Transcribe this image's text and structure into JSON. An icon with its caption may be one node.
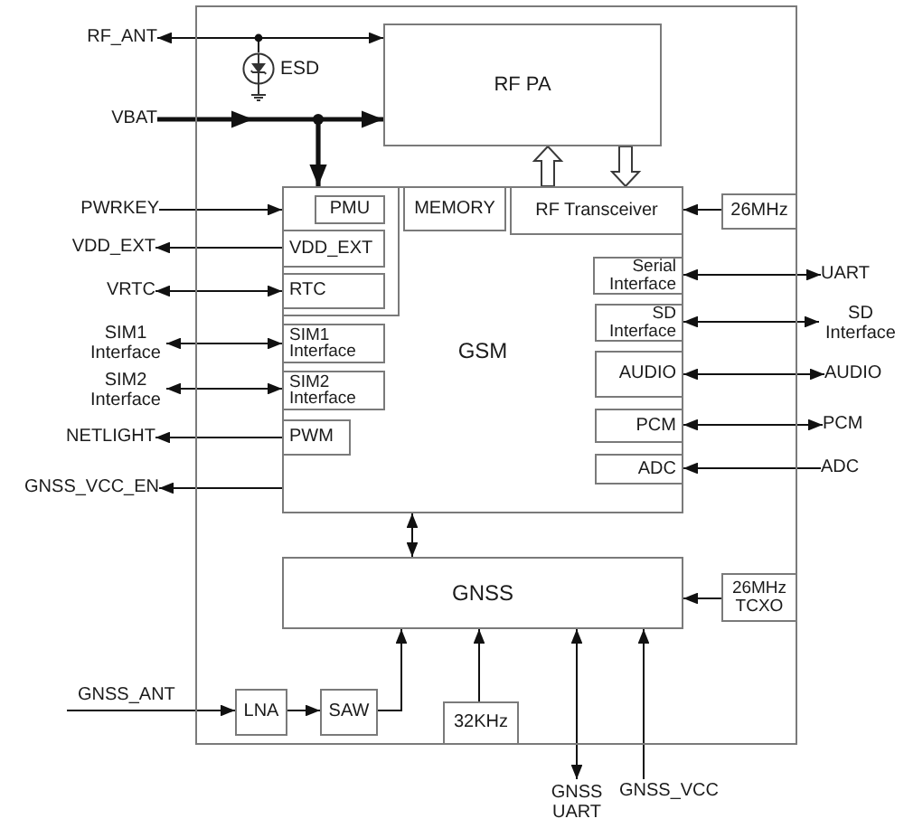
{
  "diagram": {
    "nodes": [
      {
        "text": [],
        "shape": "box"
      },
      {
        "text": [
          "RF_ANT"
        ]
      },
      {
        "text": [
          "RF PA"
        ],
        "in": 0
      },
      {
        "text": [],
        "shape": "circle",
        "beside": [
          "ESD"
        ],
        "in": 0
      },
      {
        "text": [
          "VBAT"
        ]
      },
      {
        "text": [
          "GSM"
        ],
        "in": 0
      },
      {
        "text": [],
        "shape": "box",
        "in": 5
      },
      {
        "text": [
          "PWRKEY"
        ]
      },
      {
        "text": [
          "PMU"
        ],
        "in": 6
      },
      {
        "text": [
          "MEMORY"
        ],
        "in": 5
      },
      {
        "text": [
          "RF Transceiver"
        ],
        "in": 5
      },
      {
        "text": [
          "26MHz"
        ],
        "in": 0
      },
      {
        "text": [
          "VDD_EXT"
        ]
      },
      {
        "text": [
          "VDD_EXT"
        ],
        "in": 6
      },
      {
        "text": [
          "VRTC"
        ]
      },
      {
        "text": [
          "RTC"
        ],
        "in": 6
      },
      {
        "text": [
          "Serial Interface"
        ],
        "in": 5
      },
      {
        "text": [
          "UART"
        ]
      },
      {
        "text": [
          "SD Interface"
        ],
        "in": 5
      },
      {
        "text": [
          "SD Interface"
        ]
      },
      {
        "text": [
          "SIM1 Interface"
        ]
      },
      {
        "text": [
          "SIM1 Interface"
        ],
        "in": 5
      },
      {
        "text": [
          "SIM2 Interface"
        ]
      },
      {
        "text": [
          "SIM2 Interface"
        ],
        "in": 5
      },
      {
        "text": [
          "AUDIO"
        ],
        "in": 5
      },
      {
        "text": [
          "AUDIO"
        ]
      },
      {
        "text": [
          "PCM"
        ],
        "in": 5
      },
      {
        "text": [
          "PCM"
        ]
      },
      {
        "text": [
          "NETLIGHT"
        ]
      },
      {
        "text": [
          "PWM"
        ],
        "in": 5
      },
      {
        "text": [
          "ADC"
        ],
        "in": 5
      },
      {
        "text": [
          "ADC"
        ]
      },
      {
        "text": [
          "GNSS_VCC_EN"
        ]
      },
      {
        "text": [
          "GNSS"
        ],
        "in": 0
      },
      {
        "text": [
          "26MHz TCXO"
        ],
        "in": 0
      },
      {
        "text": [
          "GNSS_ANT"
        ]
      },
      {
        "text": [
          "LNA"
        ],
        "in": 0
      },
      {
        "text": [
          "SAW"
        ],
        "in": 0
      },
      {
        "text": [
          "32KHz"
        ],
        "in": 0
      },
      {
        "text": [
          "GNSS UART"
        ]
      },
      {
        "text": [
          "GNSS_VCC"
        ]
      }
    ],
    "edges": [
      {
        "from": 1,
        "to": 2,
        "arrow": "both"
      },
      {
        "from": 3,
        "to": 1,
        "arrow": "to"
      },
      {
        "from": 4,
        "to": 2,
        "arrow": "to",
        "style": "thick"
      },
      {
        "from": 4,
        "to": 6,
        "arrow": "to",
        "style": "thick"
      },
      {
        "from": 10,
        "to": 2,
        "arrow": "to",
        "style": "thick"
      },
      {
        "from": 2,
        "to": 10,
        "arrow": "to",
        "style": "thick"
      },
      {
        "from": 7,
        "to": 6,
        "arrow": "to"
      },
      {
        "from": 11,
        "to": 10,
        "arrow": "to"
      },
      {
        "from": 13,
        "to": 12,
        "arrow": "to"
      },
      {
        "from": 14,
        "to": 15,
        "arrow": "both"
      },
      {
        "from": 16,
        "to": 17,
        "arrow": "both"
      },
      {
        "from": 18,
        "to": 19,
        "arrow": "both"
      },
      {
        "from": 20,
        "to": 21,
        "arrow": "both"
      },
      {
        "from": 22,
        "to": 23,
        "arrow": "both"
      },
      {
        "from": 24,
        "to": 25,
        "arrow": "both"
      },
      {
        "from": 26,
        "to": 27,
        "arrow": "both"
      },
      {
        "from": 29,
        "to": 28,
        "arrow": "to"
      },
      {
        "from": 31,
        "to": 30,
        "arrow": "to"
      },
      {
        "from": 5,
        "to": 32,
        "arrow": "to"
      },
      {
        "from": 5,
        "to": 33,
        "arrow": "both"
      },
      {
        "from": 34,
        "to": 33,
        "arrow": "to"
      },
      {
        "from": 35,
        "to": 36,
        "arrow": "to"
      },
      {
        "from": 36,
        "to": 37,
        "arrow": "to"
      },
      {
        "from": 37,
        "to": 33,
        "arrow": "to"
      },
      {
        "from": 38,
        "to": 33,
        "arrow": "to"
      },
      {
        "from": 33,
        "to": 39,
        "arrow": "both"
      },
      {
        "from": 40,
        "to": 33,
        "arrow": "to"
      }
    ]
  }
}
